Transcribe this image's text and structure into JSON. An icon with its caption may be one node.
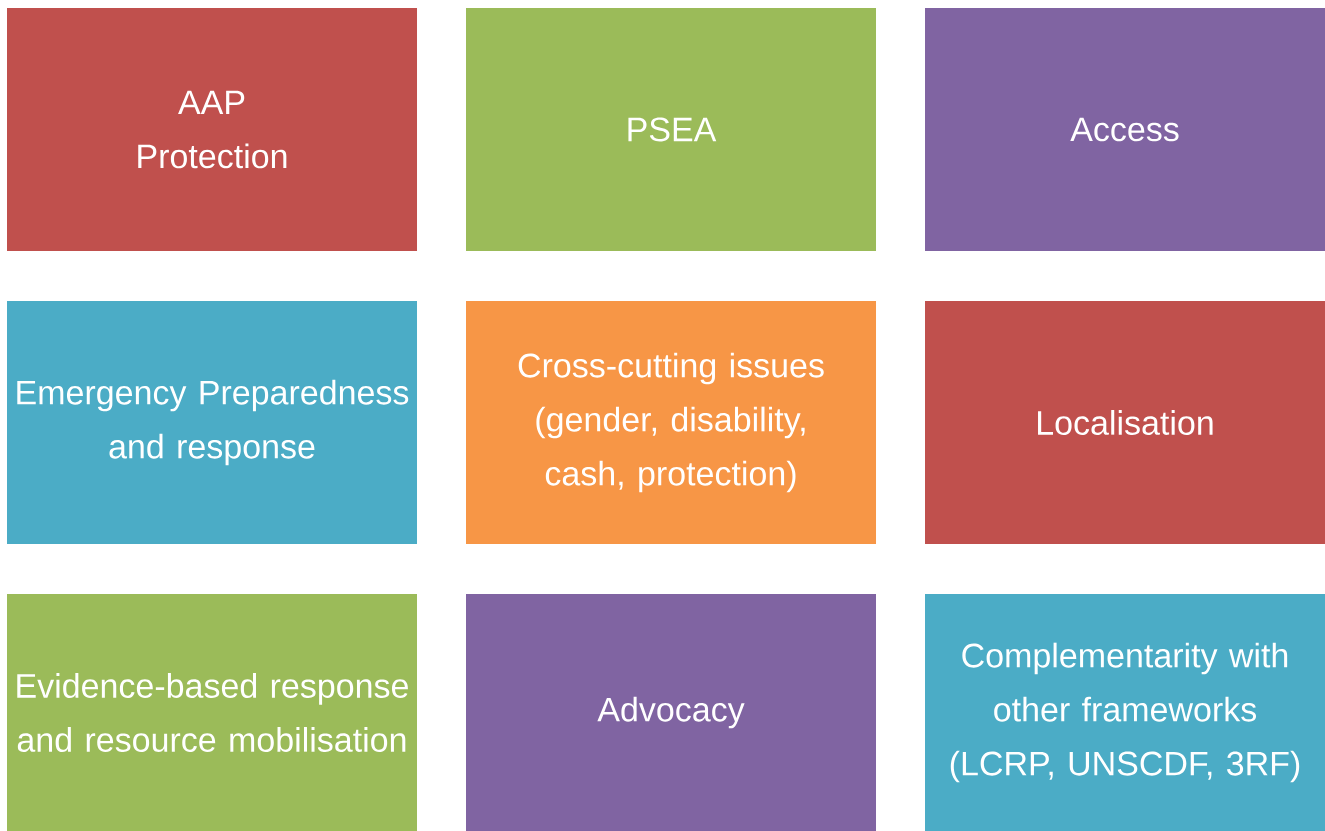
{
  "diagram": {
    "nodes": [
      {
        "text": [
          "AAP",
          "Protection"
        ]
      },
      {
        "text": [
          "PSEA"
        ]
      },
      {
        "text": [
          "Access"
        ]
      },
      {
        "text": [
          "Emergency Preparedness and response"
        ]
      },
      {
        "text": [
          "Cross-cutting issues (gender, disability, cash, protection)"
        ]
      },
      {
        "text": [
          "Localisation"
        ]
      },
      {
        "text": [
          "Evidence-based response and resource mobilisation"
        ]
      },
      {
        "text": [
          "Advocacy"
        ]
      },
      {
        "text": [
          "Complementarity with other frameworks (LCRP, UNSCDF, 3RF)"
        ]
      }
    ]
  }
}
